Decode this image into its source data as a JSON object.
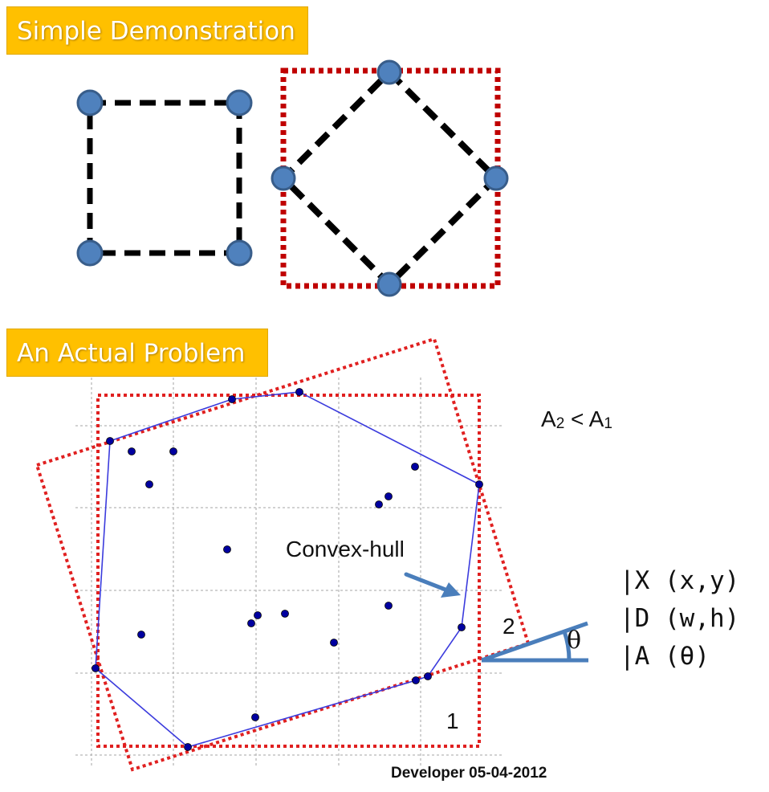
{
  "banners": {
    "simple": "Simple Demonstration",
    "actual": "An Actual  Problem"
  },
  "labels": {
    "area_compare_a": "A",
    "area_compare_sub2": "2",
    "area_compare_op": " < ",
    "area_compare_a1": "A",
    "area_compare_sub1": "1",
    "convex_hull": "Convex-hull",
    "box1": "1",
    "box2": "2",
    "theta": "θ",
    "param_x": "|X (x,y)",
    "param_d": "|D (w,h)",
    "param_a": "|A (θ)",
    "credit": "Developer 05-04-2012"
  },
  "colors": {
    "banner": "#ffc000",
    "node_fill": "#4f81bd",
    "node_stroke": "#385d8a",
    "bbox_red": "#c00000",
    "dotted_red": "#e02020",
    "hull_blue": "#3b3bdd",
    "point_fill": "#0000a0",
    "arrow_blue": "#4a7ebb"
  }
}
